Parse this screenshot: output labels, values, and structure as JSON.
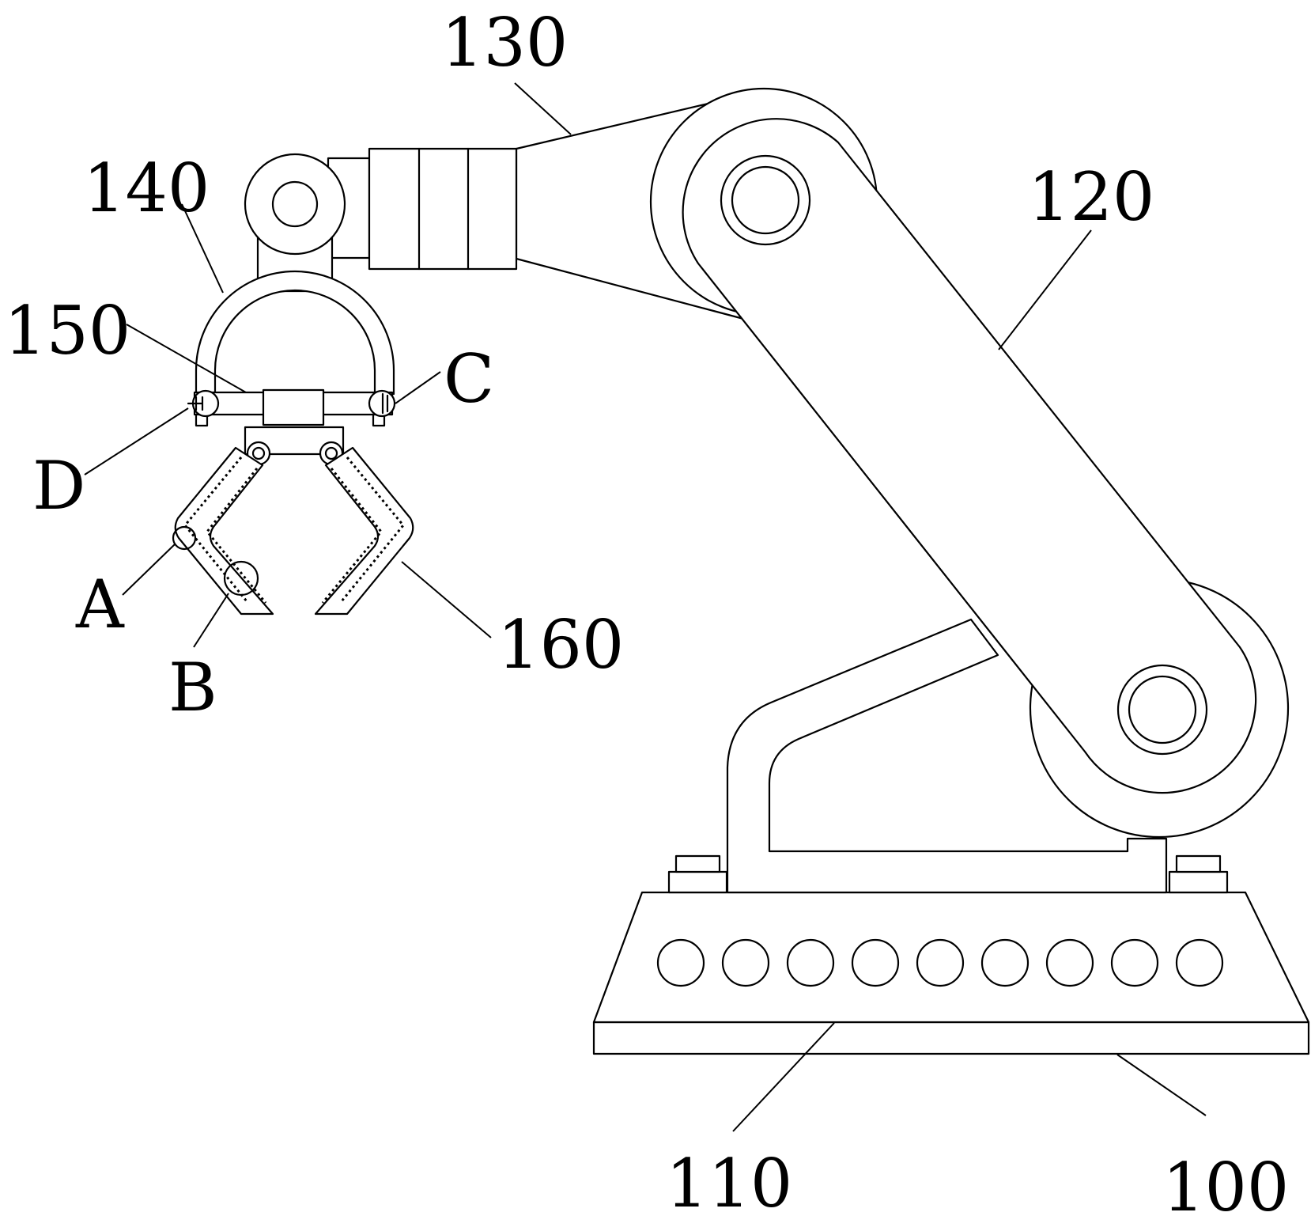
{
  "labels": {
    "l100": "100",
    "l110": "110",
    "l120": "120",
    "l130": "130",
    "l140": "140",
    "l150": "150",
    "l160": "160",
    "lA": "A",
    "lB": "B",
    "lC": "C",
    "lD": "D"
  },
  "colors": {
    "line": "#000000",
    "background": "#ffffff"
  },
  "base_holes": 9
}
